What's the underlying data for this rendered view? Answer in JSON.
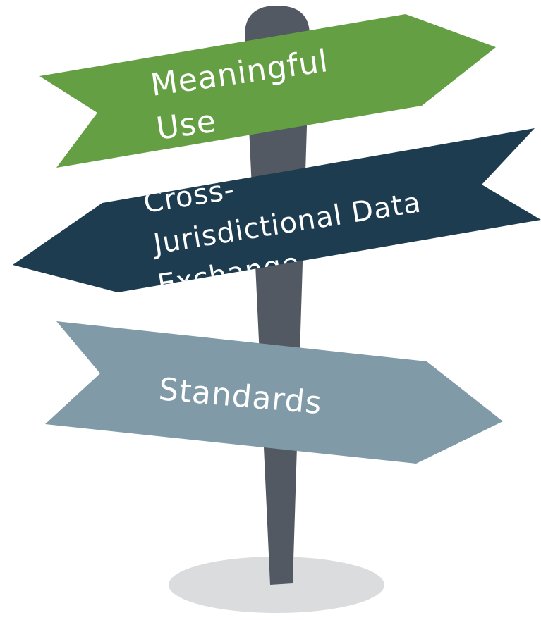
{
  "signs": {
    "meaningful_use": {
      "line1": "Meaningful",
      "line2": "Use",
      "color": "#64a043"
    },
    "cross_jurisdictional": {
      "line1": "Cross-",
      "line2": "Jurisdictional Data",
      "line3": "Exchange",
      "color": "#1e3c50"
    },
    "standards": {
      "label": "Standards",
      "color": "#809aa7"
    }
  },
  "colors": {
    "post": "#525962",
    "shadow": "#dadcde",
    "text": "#ffffff"
  }
}
